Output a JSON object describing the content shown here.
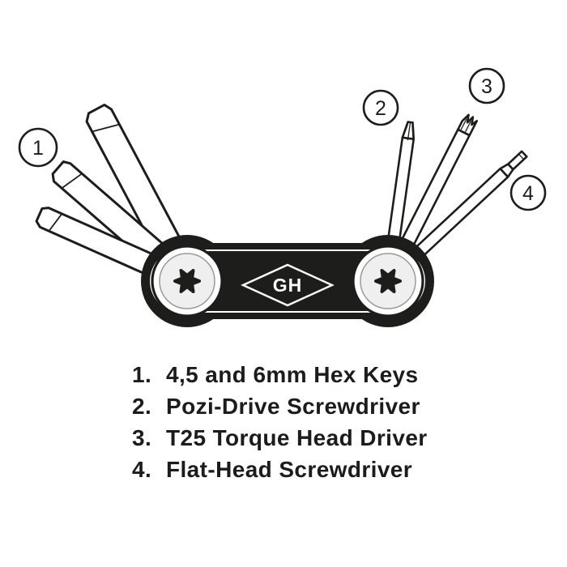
{
  "diagram": {
    "logo_text": "GH",
    "colors": {
      "line": "#1d1d1b",
      "background": "#ffffff"
    },
    "callouts": [
      {
        "label": "1"
      },
      {
        "label": "2"
      },
      {
        "label": "3"
      },
      {
        "label": "4"
      }
    ],
    "legend": [
      {
        "num": "1.",
        "label": "4,5 and 6mm Hex Keys"
      },
      {
        "num": "2.",
        "label": "Pozi-Drive Screwdriver"
      },
      {
        "num": "3.",
        "label": "T25 Torque Head Driver"
      },
      {
        "num": "4.",
        "label": "Flat-Head Screwdriver"
      }
    ]
  }
}
